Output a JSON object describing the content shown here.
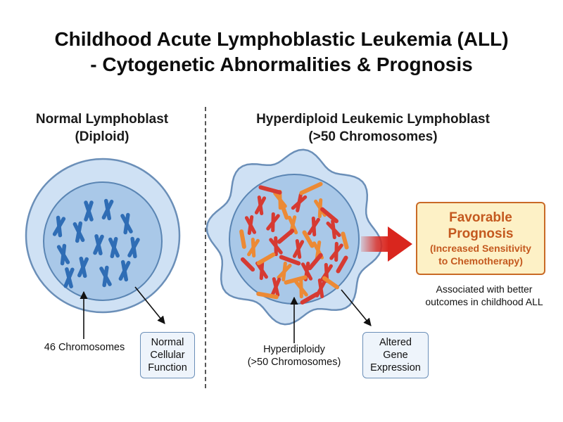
{
  "title": {
    "line1": "Childhood Acute Lymphoblastic Leukemia (ALL)",
    "line2": "- Cytogenetic Abnormalities & Prognosis"
  },
  "normal_panel": {
    "heading_line1": "Normal Lymphoblast",
    "heading_line2": "(Diploid)",
    "chromosome_label": "46 Chromosomes",
    "function_box": [
      "Normal",
      "Cellular",
      "Function"
    ]
  },
  "hyperdiploid_panel": {
    "heading_line1": "Hyperdiploid Leukemic Lymphoblast",
    "heading_line2": "(>50 Chromosomes)",
    "chromosome_label_line1": "Hyperdiploidy",
    "chromosome_label_line2": "(>50 Chromosomes)",
    "expression_box": [
      "Altered",
      "Gene",
      "Expression"
    ]
  },
  "prognosis": {
    "line1": "Favorable",
    "line2": "Prognosis",
    "detail_line1": "(Increased Sensitivity",
    "detail_line2": "to Chemotherapy)",
    "note_line1": "Associated with better",
    "note_line2": "outcomes in childhood ALL"
  },
  "colors": {
    "cell_fill": "#cfe1f4",
    "cell_stroke": "#6b8fb8",
    "nucleus_fill": "#a9c8e8",
    "chromosome_blue": "#2f6db5",
    "chromosome_red": "#d63a32",
    "chromosome_orange": "#ec8a35",
    "arrow_red": "#d9261e",
    "prognosis_text": "#c4591f",
    "prognosis_fill": "#fdf1c6"
  }
}
